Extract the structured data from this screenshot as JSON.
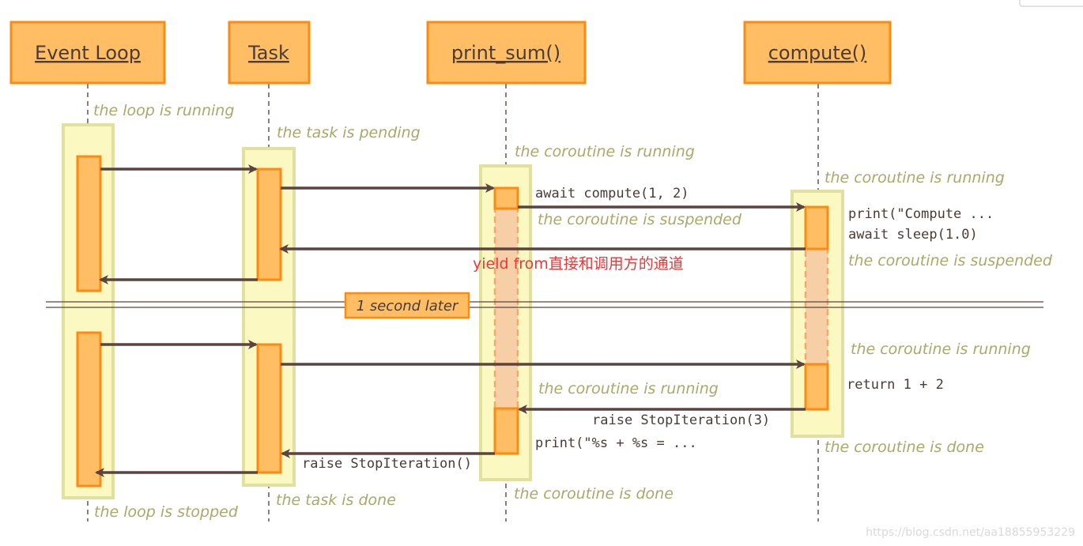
{
  "participants": {
    "event_loop": "Event Loop",
    "task": "Task",
    "print_sum": "print_sum()",
    "compute": "compute()"
  },
  "notes": {
    "loop_running": "the loop is running",
    "task_pending": "the task is pending",
    "print_sum_running": "the coroutine is running",
    "compute_running_1": "the coroutine is running",
    "print_sum_suspended": "the coroutine is suspended",
    "compute_suspended": "the coroutine is suspended",
    "compute_running_2": "the coroutine is running",
    "print_sum_running_2": "the coroutine is running",
    "compute_done": "the coroutine is done",
    "print_sum_done": "the coroutine is done",
    "task_done": "the task is done",
    "loop_stopped": "the loop is stopped"
  },
  "messages": {
    "await_compute": "await compute(1, 2)",
    "print_compute": "print(\"Compute ...",
    "await_sleep": "await sleep(1.0)",
    "return_sum": "return 1 + 2",
    "raise_stop_3": "raise StopIteration(3)",
    "print_result": "print(\"%s + %s = ...",
    "raise_stop": "raise StopIteration()"
  },
  "annotation_red": "yield from直接和调用方的通道",
  "separator_label": "1 second later",
  "watermark": "https://blog.csdn.net/aa18855953229"
}
